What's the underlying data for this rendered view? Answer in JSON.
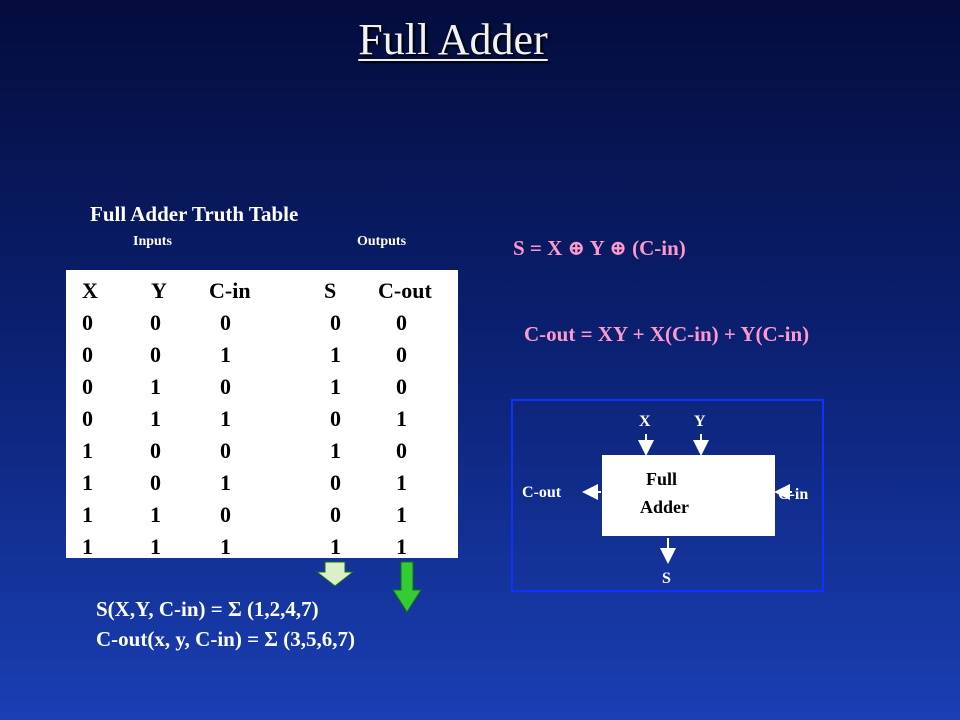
{
  "title": "Full Adder",
  "truth_table": {
    "title": "Full Adder Truth Table",
    "inputs_label": "Inputs",
    "outputs_label": "Outputs",
    "columns": [
      "X",
      "Y",
      "C-in",
      "S",
      "C-out"
    ],
    "rows": [
      [
        "0",
        "0",
        "0",
        "0",
        "0"
      ],
      [
        "0",
        "0",
        "1",
        "1",
        "0"
      ],
      [
        "0",
        "1",
        "0",
        "1",
        "0"
      ],
      [
        "0",
        "1",
        "1",
        "0",
        "1"
      ],
      [
        "1",
        "0",
        "0",
        "1",
        "0"
      ],
      [
        "1",
        "0",
        "1",
        "0",
        "1"
      ],
      [
        "1",
        "1",
        "0",
        "0",
        "1"
      ],
      [
        "1",
        "1",
        "1",
        "1",
        "1"
      ]
    ]
  },
  "sop": {
    "s_line": "S(X,Y, C-in) = Σ (1,2,4,7)",
    "cout_line": "C-out(x, y, C-in) = Σ (3,5,6,7)"
  },
  "formulas": {
    "sum": "S =  X  ⊕ Y  ⊕  (C-in)",
    "carry": "C-out =  XY + X(C-in) + Y(C-in)"
  },
  "block": {
    "line1": "Full",
    "line2": "Adder",
    "input_x": "X",
    "input_y": "Y",
    "carry_out": "C-out",
    "carry_in": "C-in",
    "sum_out": "S"
  },
  "colors": {
    "formula": "#ff99cc",
    "arrow_fill": "#33cc33",
    "arrow_fill_s": "#d9f0c8",
    "diagram_border": "#1030ff"
  }
}
